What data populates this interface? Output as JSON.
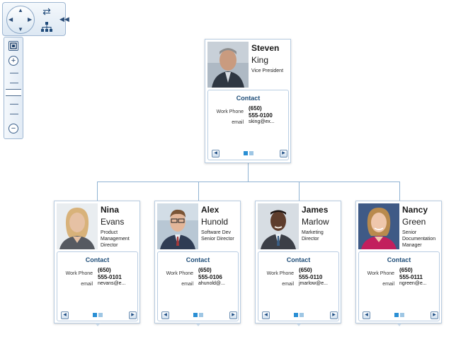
{
  "nav": {
    "icons": [
      "pan-up-icon",
      "pan-down-icon",
      "pan-left-icon",
      "pan-right-icon",
      "refresh-icon",
      "org-chart-icon",
      "collapse-icon"
    ],
    "zoom_in_symbol": "+",
    "zoom_out_symbol": "−",
    "fit_icon": "fit-to-screen-icon"
  },
  "contact_header": "Contact",
  "work_phone_label": "Work Phone",
  "email_label": "email",
  "nodes": [
    {
      "first": "Steven",
      "last": "King",
      "title": "Vice President",
      "phone_area": "(650)",
      "phone_num": "555-0100",
      "email": "sking@ex..."
    },
    {
      "first": "Nina",
      "last": "Evans",
      "title": "Product Management Director",
      "phone_area": "(650)",
      "phone_num": "555-0101",
      "email": "nevans@e..."
    },
    {
      "first": "Alex",
      "last": "Hunold",
      "title": "Software Dev Senior Director",
      "phone_area": "(650)",
      "phone_num": "555-0106",
      "email": "ahunold@..."
    },
    {
      "first": "James",
      "last": "Marlow",
      "title": "Marketing Director",
      "phone_area": "(650)",
      "phone_num": "555-0110",
      "email": "jmarlow@e..."
    },
    {
      "first": "Nancy",
      "last": "Green",
      "title": "Senior Documentation Manager",
      "phone_area": "(650)",
      "phone_num": "555-0111",
      "email": "ngreen@e..."
    }
  ],
  "colors": {
    "accent": "#1e4d78",
    "connector": "#8fb3d3",
    "page_dot_active": "#2a8fd4",
    "page_dot_inactive": "#9ec6e4"
  }
}
